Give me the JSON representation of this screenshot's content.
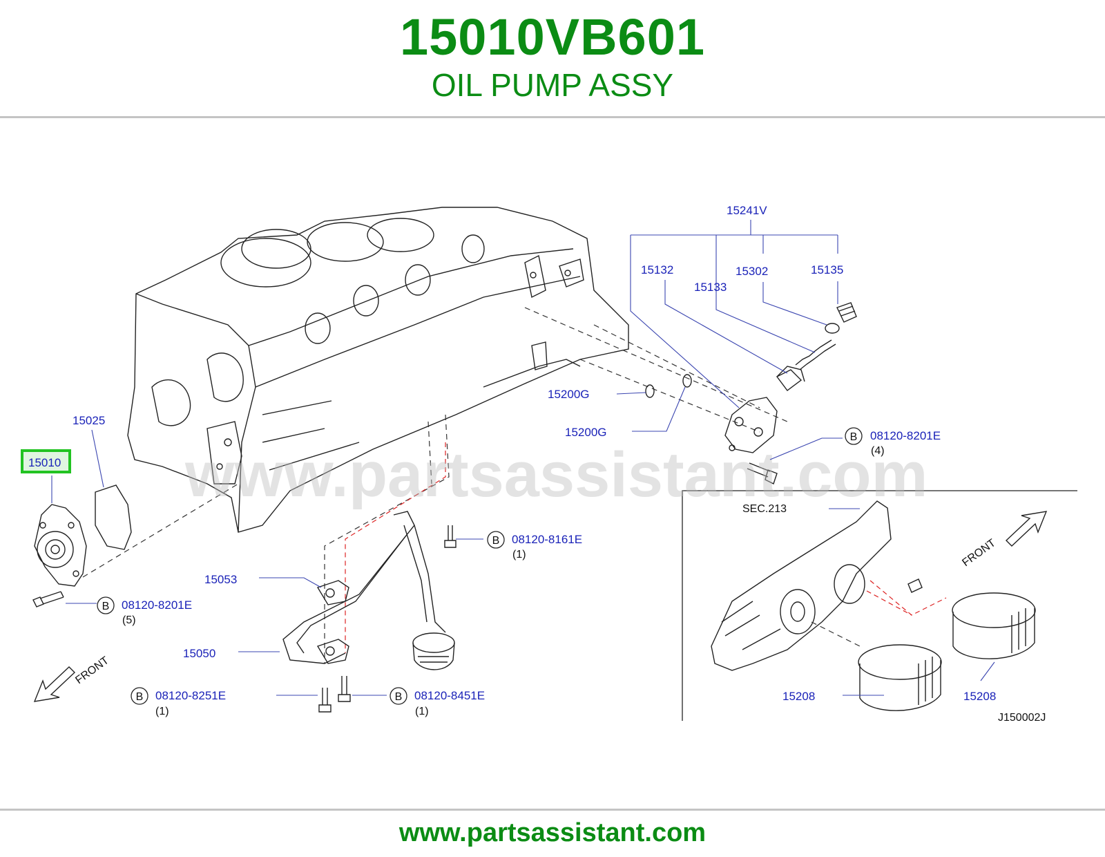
{
  "header": {
    "part_number": "15010VB601",
    "part_name": "OIL PUMP ASSY"
  },
  "footer": {
    "url": "www.partsassistant.com"
  },
  "watermark": "www.partsassistant.com",
  "diagram": {
    "drawing_code": "J150002J",
    "section_ref": "SEC.213",
    "front_label": "FRONT",
    "bolt_symbol": "B",
    "highlight_color": "#22c322",
    "callout_color": "#1a22b8",
    "title_color": "#0b8c14",
    "callouts": {
      "p15010": "15010",
      "p15025": "15025",
      "p15053": "15053",
      "p15050": "15050",
      "p15241V": "15241V",
      "p15132": "15132",
      "p15133": "15133",
      "p15302": "15302",
      "p15135": "15135",
      "p15200G_a": "15200G",
      "p15200G_b": "15200G",
      "p15208_a": "15208",
      "p15208_b": "15208"
    },
    "bolts": {
      "b1": {
        "part": "08120-8201E",
        "qty": "(5)"
      },
      "b2": {
        "part": "08120-8161E",
        "qty": "(1)"
      },
      "b3": {
        "part": "08120-8251E",
        "qty": "(1)"
      },
      "b4": {
        "part": "08120-8451E",
        "qty": "(1)"
      },
      "b5": {
        "part": "08120-8201E",
        "qty": "(4)"
      }
    }
  }
}
